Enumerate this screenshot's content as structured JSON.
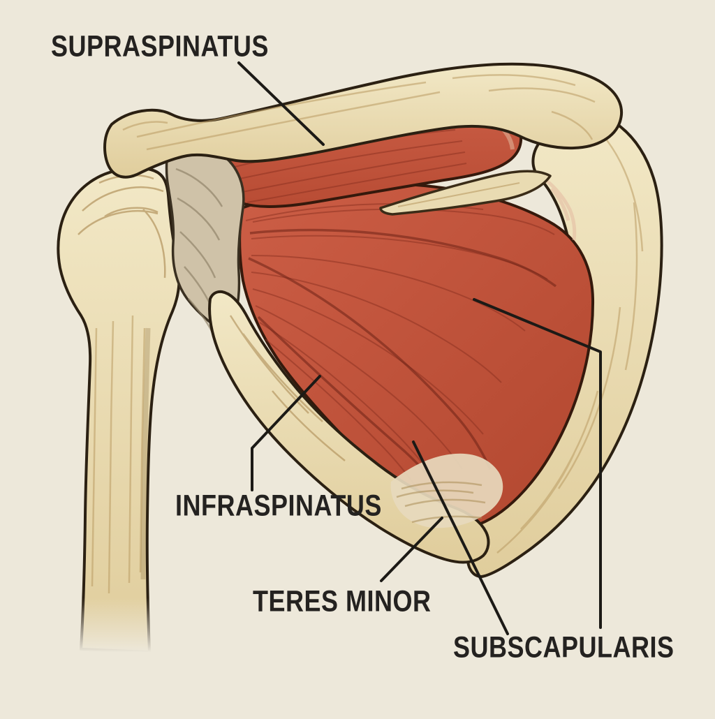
{
  "figure": {
    "kind": "anatomical-illustration",
    "subject_labels_visible": 4,
    "colors": {
      "background": "#EDE8DA",
      "bone_light": "#F2E8C6",
      "bone_mid": "#E2CF9E",
      "bone_shadow": "#B99A63",
      "capsule_gray": "#CFC2A8",
      "muscle_red": "#C1523C",
      "muscle_dark": "#8A2F20",
      "outline": "#2B2012",
      "label_text": "#242220",
      "leader_line": "#1C1A16"
    }
  },
  "labels": [
    {
      "id": "supraspinatus",
      "text": "SUPRASPINATUS",
      "points_to": "supraspinatus-muscle"
    },
    {
      "id": "infraspinatus",
      "text": "INFRASPINATUS",
      "points_to": "infraspinatus-muscle"
    },
    {
      "id": "teres-minor",
      "text": "TERES MINOR",
      "points_to": "teres-minor-region"
    },
    {
      "id": "subscapularis",
      "text": "SUBSCAPULARIS",
      "points_to": "subscapularis-region"
    }
  ]
}
